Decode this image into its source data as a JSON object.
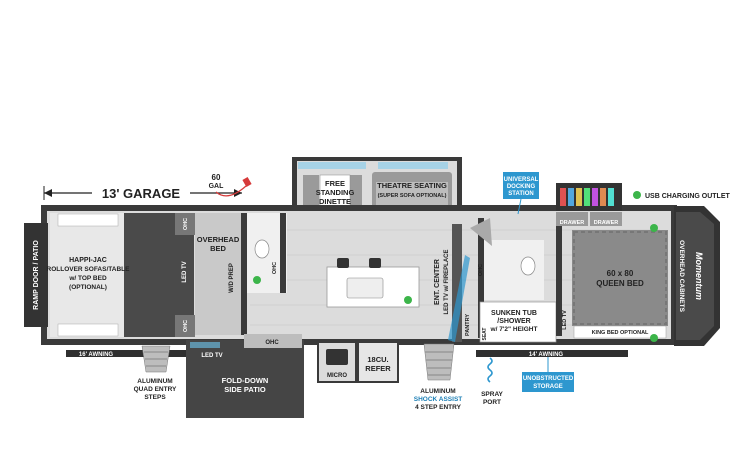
{
  "labels": {
    "garage_length": "13' GARAGE",
    "fuel_amount": "60",
    "fuel_unit": "GAL",
    "ramp_door": "RAMP DOOR / PATIO",
    "sofas_l1": "HAPPI-JAC",
    "sofas_l2": "ROLLOVER SOFAS/TABLE",
    "sofas_l3": "w/ TOP BED",
    "sofas_l4": "(OPTIONAL)",
    "led_tv": "LED TV",
    "ohc": "OHC",
    "overhead_bed_l1": "OVERHEAD",
    "overhead_bed_l2": "BED",
    "wd_prep": "W/D PREP",
    "dinette_l1": "FREE",
    "dinette_l2": "STANDING",
    "dinette_l3": "DINETTE",
    "theatre_l1": "THEATRE SEATING",
    "theatre_l2": "(SUPER SOFA OPTIONAL)",
    "docking_l1": "UNIVERSAL",
    "docking_l2": "DOCKING",
    "docking_l3": "STATION",
    "drawer": "DRAWER",
    "usb_outlet": "USB CHARGING OUTLET",
    "ent_center_l1": "ENT. CENTER",
    "ent_center_l2": "LED TV w/ FIREPLACE",
    "pantry": "PANTRY",
    "sunken_l1": "SUNKEN TUB",
    "sunken_l2": "/SHOWER",
    "sunken_l3": "w/ 7'2\" HEIGHT",
    "seat": "SEAT",
    "queen_l1": "60 x 80",
    "queen_l2": "QUEEN BED",
    "king_optional": "KING BED OPTIONAL",
    "overhead_cabinets": "OVERHEAD CABINETS",
    "brand": "Momentum",
    "awning_16": "16' AWNING",
    "awning_14": "14' AWNING",
    "quad_steps_l1": "ALUMINUM",
    "quad_steps_l2": "QUAD ENTRY",
    "quad_steps_l3": "STEPS",
    "fold_patio_l1": "FOLD-DOWN",
    "fold_patio_l2": "SIDE PATIO",
    "micro": "MICRO",
    "refer_l1": "18CU.",
    "refer_l2": "REFER",
    "shock_l1": "ALUMINUM",
    "shock_l2": "SHOCK ASSIST",
    "shock_l3": "4 STEP ENTRY",
    "spray_l1": "SPRAY",
    "spray_l2": "PORT",
    "storage_l1": "UNOBSTRUCTED",
    "storage_l2": "STORAGE"
  },
  "colors": {
    "floor": "#dcdcdc",
    "walls": "#3a3a3a",
    "dark_panel": "#454545",
    "accent_blue": "#2d97cf",
    "led_blue": "#6fc8f0",
    "usb_green": "#3cb54a",
    "fuel_red": "#d63a3a"
  },
  "icons": [
    "fuel-pump-icon",
    "usb-outlet-icon",
    "spray-port-icon"
  ]
}
